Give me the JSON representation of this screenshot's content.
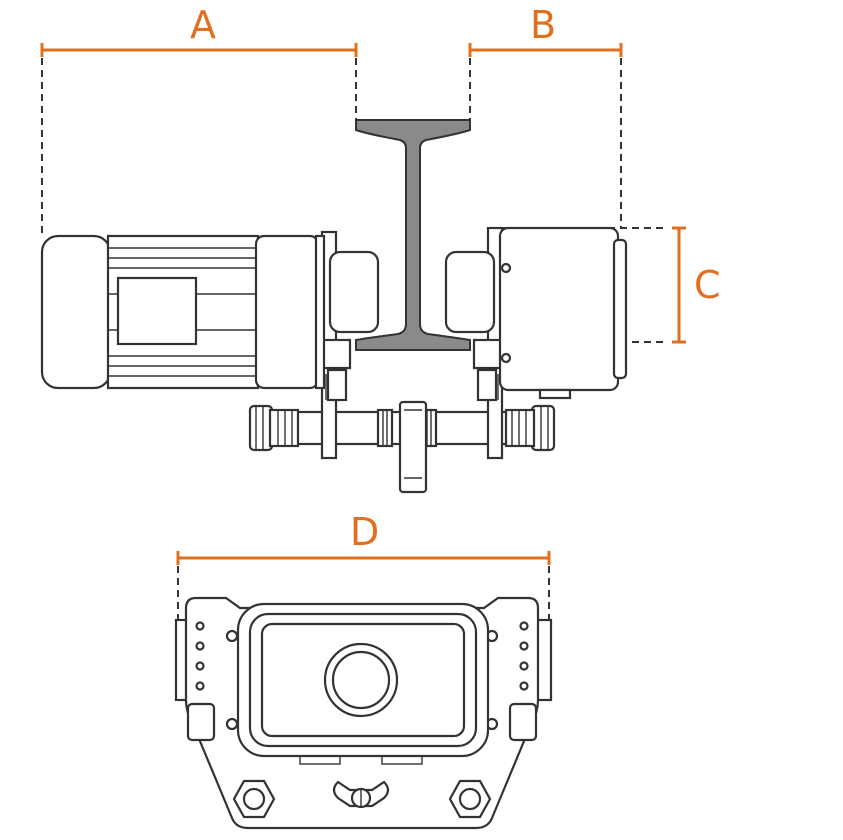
{
  "dimensions": {
    "a": "A",
    "b": "B",
    "c": "C",
    "d": "D"
  },
  "colors": {
    "dimension": "#e0701f",
    "outline": "#333333",
    "beam_fill": "#8a8a8a"
  }
}
